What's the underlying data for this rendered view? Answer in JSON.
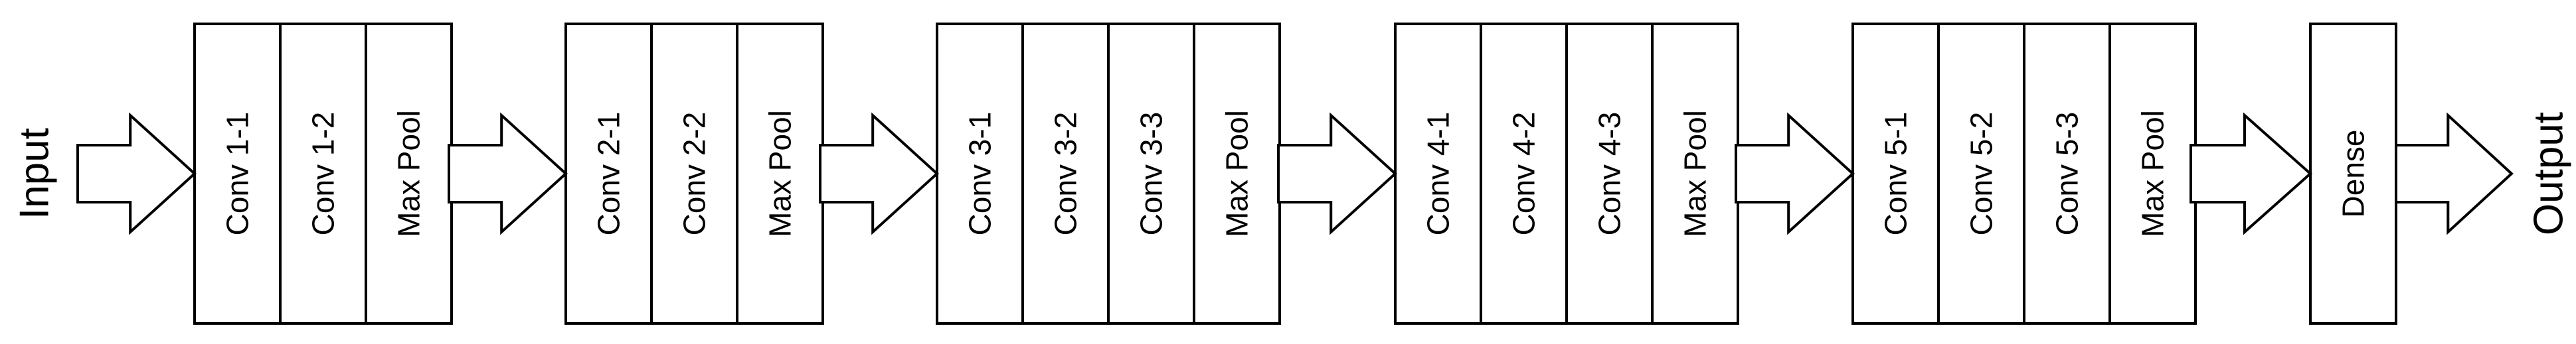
{
  "input_label": "Input",
  "output_label": "Output",
  "blocks": [
    {
      "layers": [
        "Conv 1-1",
        "Conv 1-2",
        "Max Pool"
      ]
    },
    {
      "layers": [
        "Conv 2-1",
        "Conv 2-2",
        "Max Pool"
      ]
    },
    {
      "layers": [
        "Conv 3-1",
        "Conv 3-2",
        "Conv 3-3",
        "Max Pool"
      ]
    },
    {
      "layers": [
        "Conv 4-1",
        "Conv 4-2",
        "Conv 4-3",
        "Max Pool"
      ]
    },
    {
      "layers": [
        "Conv 5-1",
        "Conv 5-2",
        "Conv 5-3",
        "Max Pool"
      ]
    },
    {
      "layers": [
        "Dense"
      ]
    }
  ],
  "colors": {
    "stroke": "#000000",
    "fill": "#ffffff",
    "text": "#000000"
  }
}
